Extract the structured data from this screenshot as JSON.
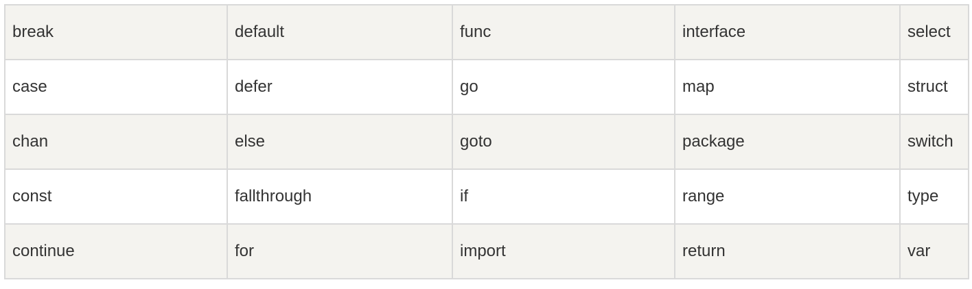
{
  "table": {
    "rows": [
      [
        "break",
        "default",
        "func",
        "interface",
        "select"
      ],
      [
        "case",
        "defer",
        "go",
        "map",
        "struct"
      ],
      [
        "chan",
        "else",
        "goto",
        "package",
        "switch"
      ],
      [
        "const",
        "fallthrough",
        "if",
        "range",
        "type"
      ],
      [
        "continue",
        "for",
        "import",
        "return",
        "var"
      ]
    ]
  },
  "colors": {
    "shaded_row": "#f4f3ef",
    "plain_row": "#ffffff",
    "border": "#d9d9d9",
    "text": "#333333"
  }
}
